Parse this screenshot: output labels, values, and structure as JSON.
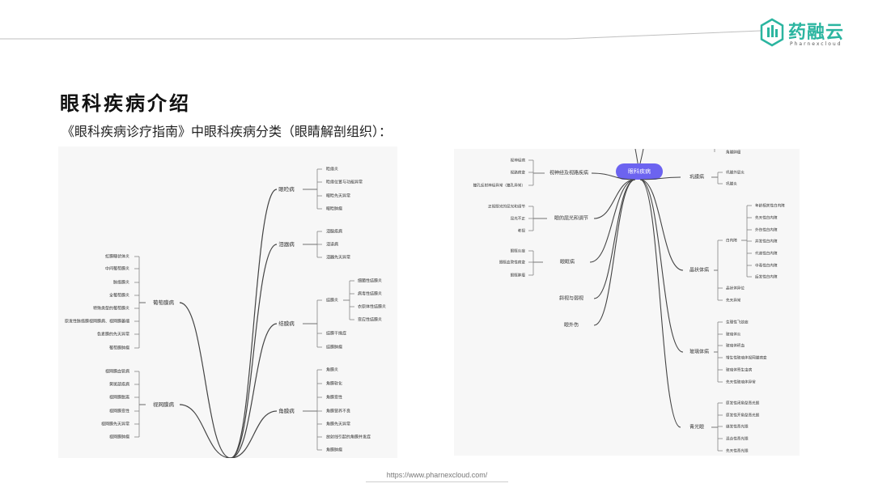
{
  "brand": {
    "name": "药融云",
    "tagline": "Pharnexcloud",
    "color": "#2bb5a0"
  },
  "page": {
    "title": "眼科疾病介绍",
    "subtitle": "《眼科疾病诊疗指南》中眼科疾病分类（眼睛解剖组织）：",
    "footer_url": "https://www.pharnexcloud.com/"
  },
  "left_map": {
    "categories": [
      {
        "label": "眼睑病",
        "items": [
          "睑缘炎",
          "睑缘位置与功能异常",
          "眼睑先天异常",
          "眼睑肿瘤"
        ]
      },
      {
        "label": "泪器病",
        "items": [
          "泪腺疾病",
          "泪道病",
          "泪器先天异常"
        ]
      },
      {
        "label": "结膜病",
        "items": [
          "结膜炎",
          "结膜干燥症",
          "结膜肿瘤"
        ],
        "sub": [
          "细菌性结膜炎",
          "病毒性结膜炎",
          "衣原体性结膜炎",
          "变应性结膜炎"
        ]
      },
      {
        "label": "角膜病",
        "items": [
          "角膜炎",
          "角膜软化",
          "角膜变性",
          "角膜营养不良",
          "角膜先天异常",
          "放射线引起的角膜并发症",
          "角膜肿瘤"
        ]
      },
      {
        "label": "葡萄膜病",
        "items": [
          "虹膜睫状体炎",
          "中间葡萄膜炎",
          "脉络膜炎",
          "全葡萄膜炎",
          "特殊类型的葡萄膜炎",
          "原发性脉络膜视网膜病、视网膜萎缩",
          "色素膜的先天异常",
          "葡萄膜肿瘤"
        ]
      },
      {
        "label": "视网膜病",
        "items": [
          "视网膜血管病",
          "黄斑部疾病",
          "视网膜脱离",
          "视网膜变性",
          "视网膜先天异常",
          "视网膜肿瘤"
        ]
      }
    ]
  },
  "right_map": {
    "root": "眼科疾病",
    "categories": [
      {
        "label": "视神经及视路疾病",
        "items": [
          "视神经病",
          "视路病变",
          "瞳孔反射神经异常（瞳孔异常）"
        ]
      },
      {
        "label": "眼的屈光和调节",
        "items": [
          "正视眼光的屈光和调节",
          "屈光不正",
          "老视"
        ]
      },
      {
        "label": "眼眶病",
        "items": [
          "眼眶炎症",
          "眼眶血管性病变",
          "眼眶肿瘤"
        ]
      },
      {
        "label": "斜视与弱视",
        "items": []
      },
      {
        "label": "眼外伤",
        "items": []
      },
      {
        "label": "巩膜病",
        "items": [
          "巩膜外层炎",
          "巩膜炎"
        ],
        "top": "角膜肿瘤"
      },
      {
        "label": "晶状体病",
        "items": [
          "白内障",
          "晶状体异位",
          "先天异常"
        ],
        "sub": [
          "年龄相关性白内障",
          "先天性白内障",
          "外伤性白内障",
          "并发性白内障",
          "代谢性白内障",
          "中毒性白内障",
          "后发性白内障"
        ]
      },
      {
        "label": "玻璃体病",
        "items": [
          "生理性飞蚊症",
          "玻璃体炎",
          "玻璃体积血",
          "增生性玻璃体视网膜病变",
          "玻璃体寄生虫病",
          "先天性玻璃体异常"
        ]
      },
      {
        "label": "青光眼",
        "items": [
          "原发性闭角型青光眼",
          "原发性开角型青光眼",
          "继发性青光眼",
          "混合性青光眼",
          "先天性青光眼"
        ]
      }
    ]
  }
}
